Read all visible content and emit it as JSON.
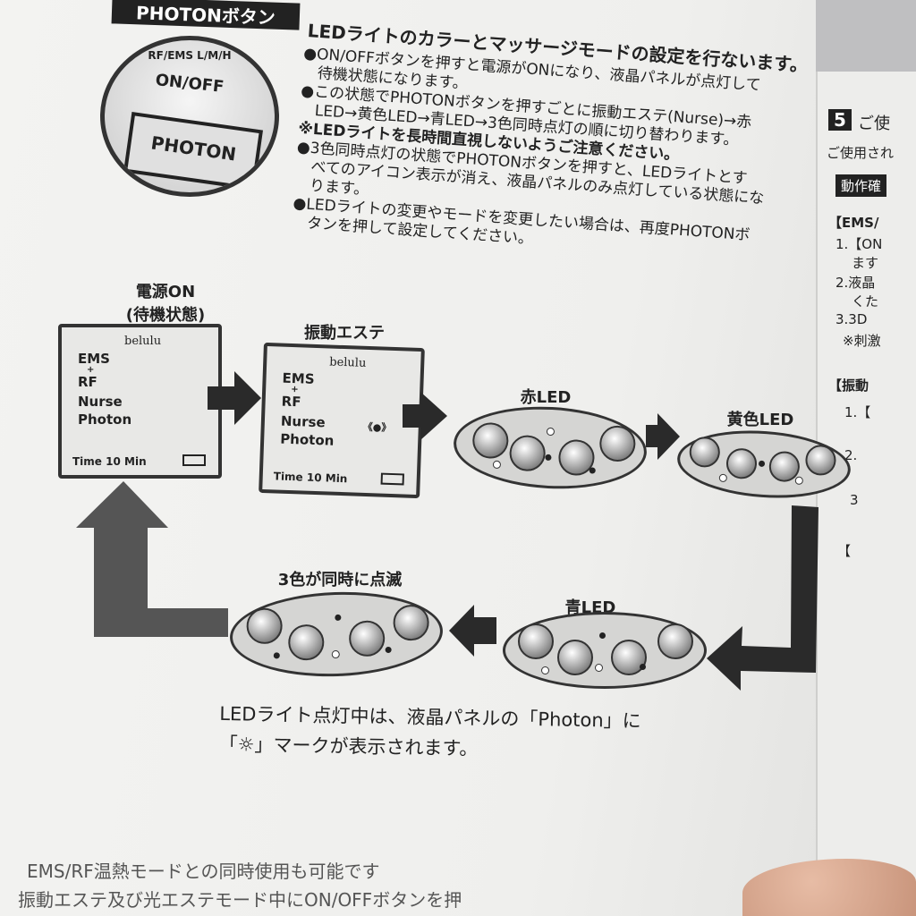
{
  "tab_label": "PHOTONボタン",
  "button_illustration": {
    "top": "RF/EMS  L/M/H",
    "onoff": "ON/OFF",
    "photon": "PHOTON"
  },
  "heading": "LEDライトのカラーとマッサージモードの設定を行ないます。",
  "body_lines": [
    "●ON/OFFボタンを押すと電源がONになり、液晶パネルが点灯して",
    "　待機状態になります。",
    "●この状態でPHOTONボタンを押すごとに振動エステ(Nurse)→赤",
    "　LED→黄色LED→青LED→3色同時点灯の順に切り替わります。",
    "※LEDライトを長時間直視しないようご注意ください。",
    "●3色同時点灯の状態でPHOTONボタンを押すと、LEDライトとす",
    "　べてのアイコン表示が消え、液晶パネルのみ点灯している状態にな",
    "　ります。",
    "●LEDライトの変更やモードを変更したい場合は、再度PHOTONボ",
    "　タンを押して設定してください。"
  ],
  "diagram": {
    "power_on_label": "電源ON",
    "standby_label": "(待機状態)",
    "vibration_label": "振動エステ",
    "lcd": {
      "logo": "belulu",
      "ems": "EMS",
      "plus": "+",
      "rf": "RF",
      "nurse": "Nurse",
      "photon": "Photon",
      "time": "Time",
      "time_value": "10",
      "min": "Min"
    },
    "red_led": "赤LED",
    "yellow_led": "黄色LED",
    "blue_led": "青LED",
    "three_color": "3色が同時に点滅"
  },
  "note_line1": "LEDライト点灯中は、液晶パネルの「Photon」に",
  "note_line2": "「☼」マークが表示されます。",
  "bottom_line1": "EMS/RF温熱モードとの同時使用も可能です",
  "bottom_line2": "振動エステ及び光エステモード中にON/OFFボタンを押",
  "right_page": {
    "section_number": "5",
    "section_title": "ご使",
    "intro": "ご使用され",
    "sub_heading": "動作確",
    "ems_heading": "【EMS/",
    "items": [
      "1.【ON",
      "ます",
      "2.液晶",
      "くた",
      "3.3D",
      "※刺激"
    ],
    "vib_heading": "【振動",
    "vib_items": [
      "1.【",
      "2.",
      "3",
      "【"
    ]
  }
}
